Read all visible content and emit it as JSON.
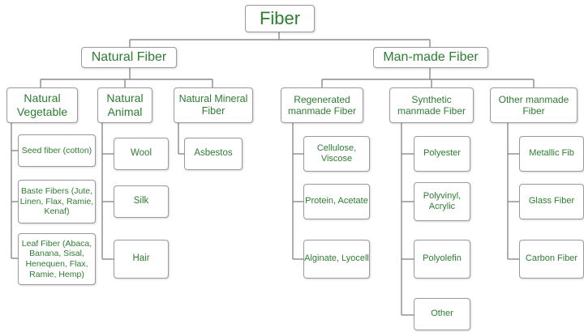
{
  "root": "Fiber",
  "natural": {
    "label": "Natural Fiber",
    "vegetable": {
      "label": "Natural Vegetable",
      "items": [
        "Seed fiber (cotton)",
        "Baste Fibers (Jute, Linen, Flax, Ramie, Kenaf)",
        "Leaf Fiber (Abaca, Banana, Sisal, Henequen, Flax, Ramie, Hemp)"
      ]
    },
    "animal": {
      "label": "Natural Animal",
      "items": [
        "Wool",
        "Silk",
        "Hair"
      ]
    },
    "mineral": {
      "label": "Natural Mineral Fiber",
      "items": [
        "Asbestos"
      ]
    }
  },
  "manmade": {
    "label": "Man-made Fiber",
    "regenerated": {
      "label": "Regenerated manmade Fiber",
      "items": [
        "Cellulose, Viscose",
        "Protein, Acetate",
        "Alginate, Lyocell"
      ]
    },
    "synthetic": {
      "label": "Synthetic manmade Fiber",
      "items": [
        "Polyester",
        "Polyvinyl, Acrylic",
        "Polyolefin",
        "Other"
      ]
    },
    "other": {
      "label": "Other manmade Fiber",
      "items": [
        "Metallic Fib",
        "Glass Fiber",
        "Carbon Fiber"
      ]
    }
  },
  "colors": {
    "text": "#2e7d32",
    "border": "#9a9a9a",
    "connector": "#8c8c8c"
  }
}
